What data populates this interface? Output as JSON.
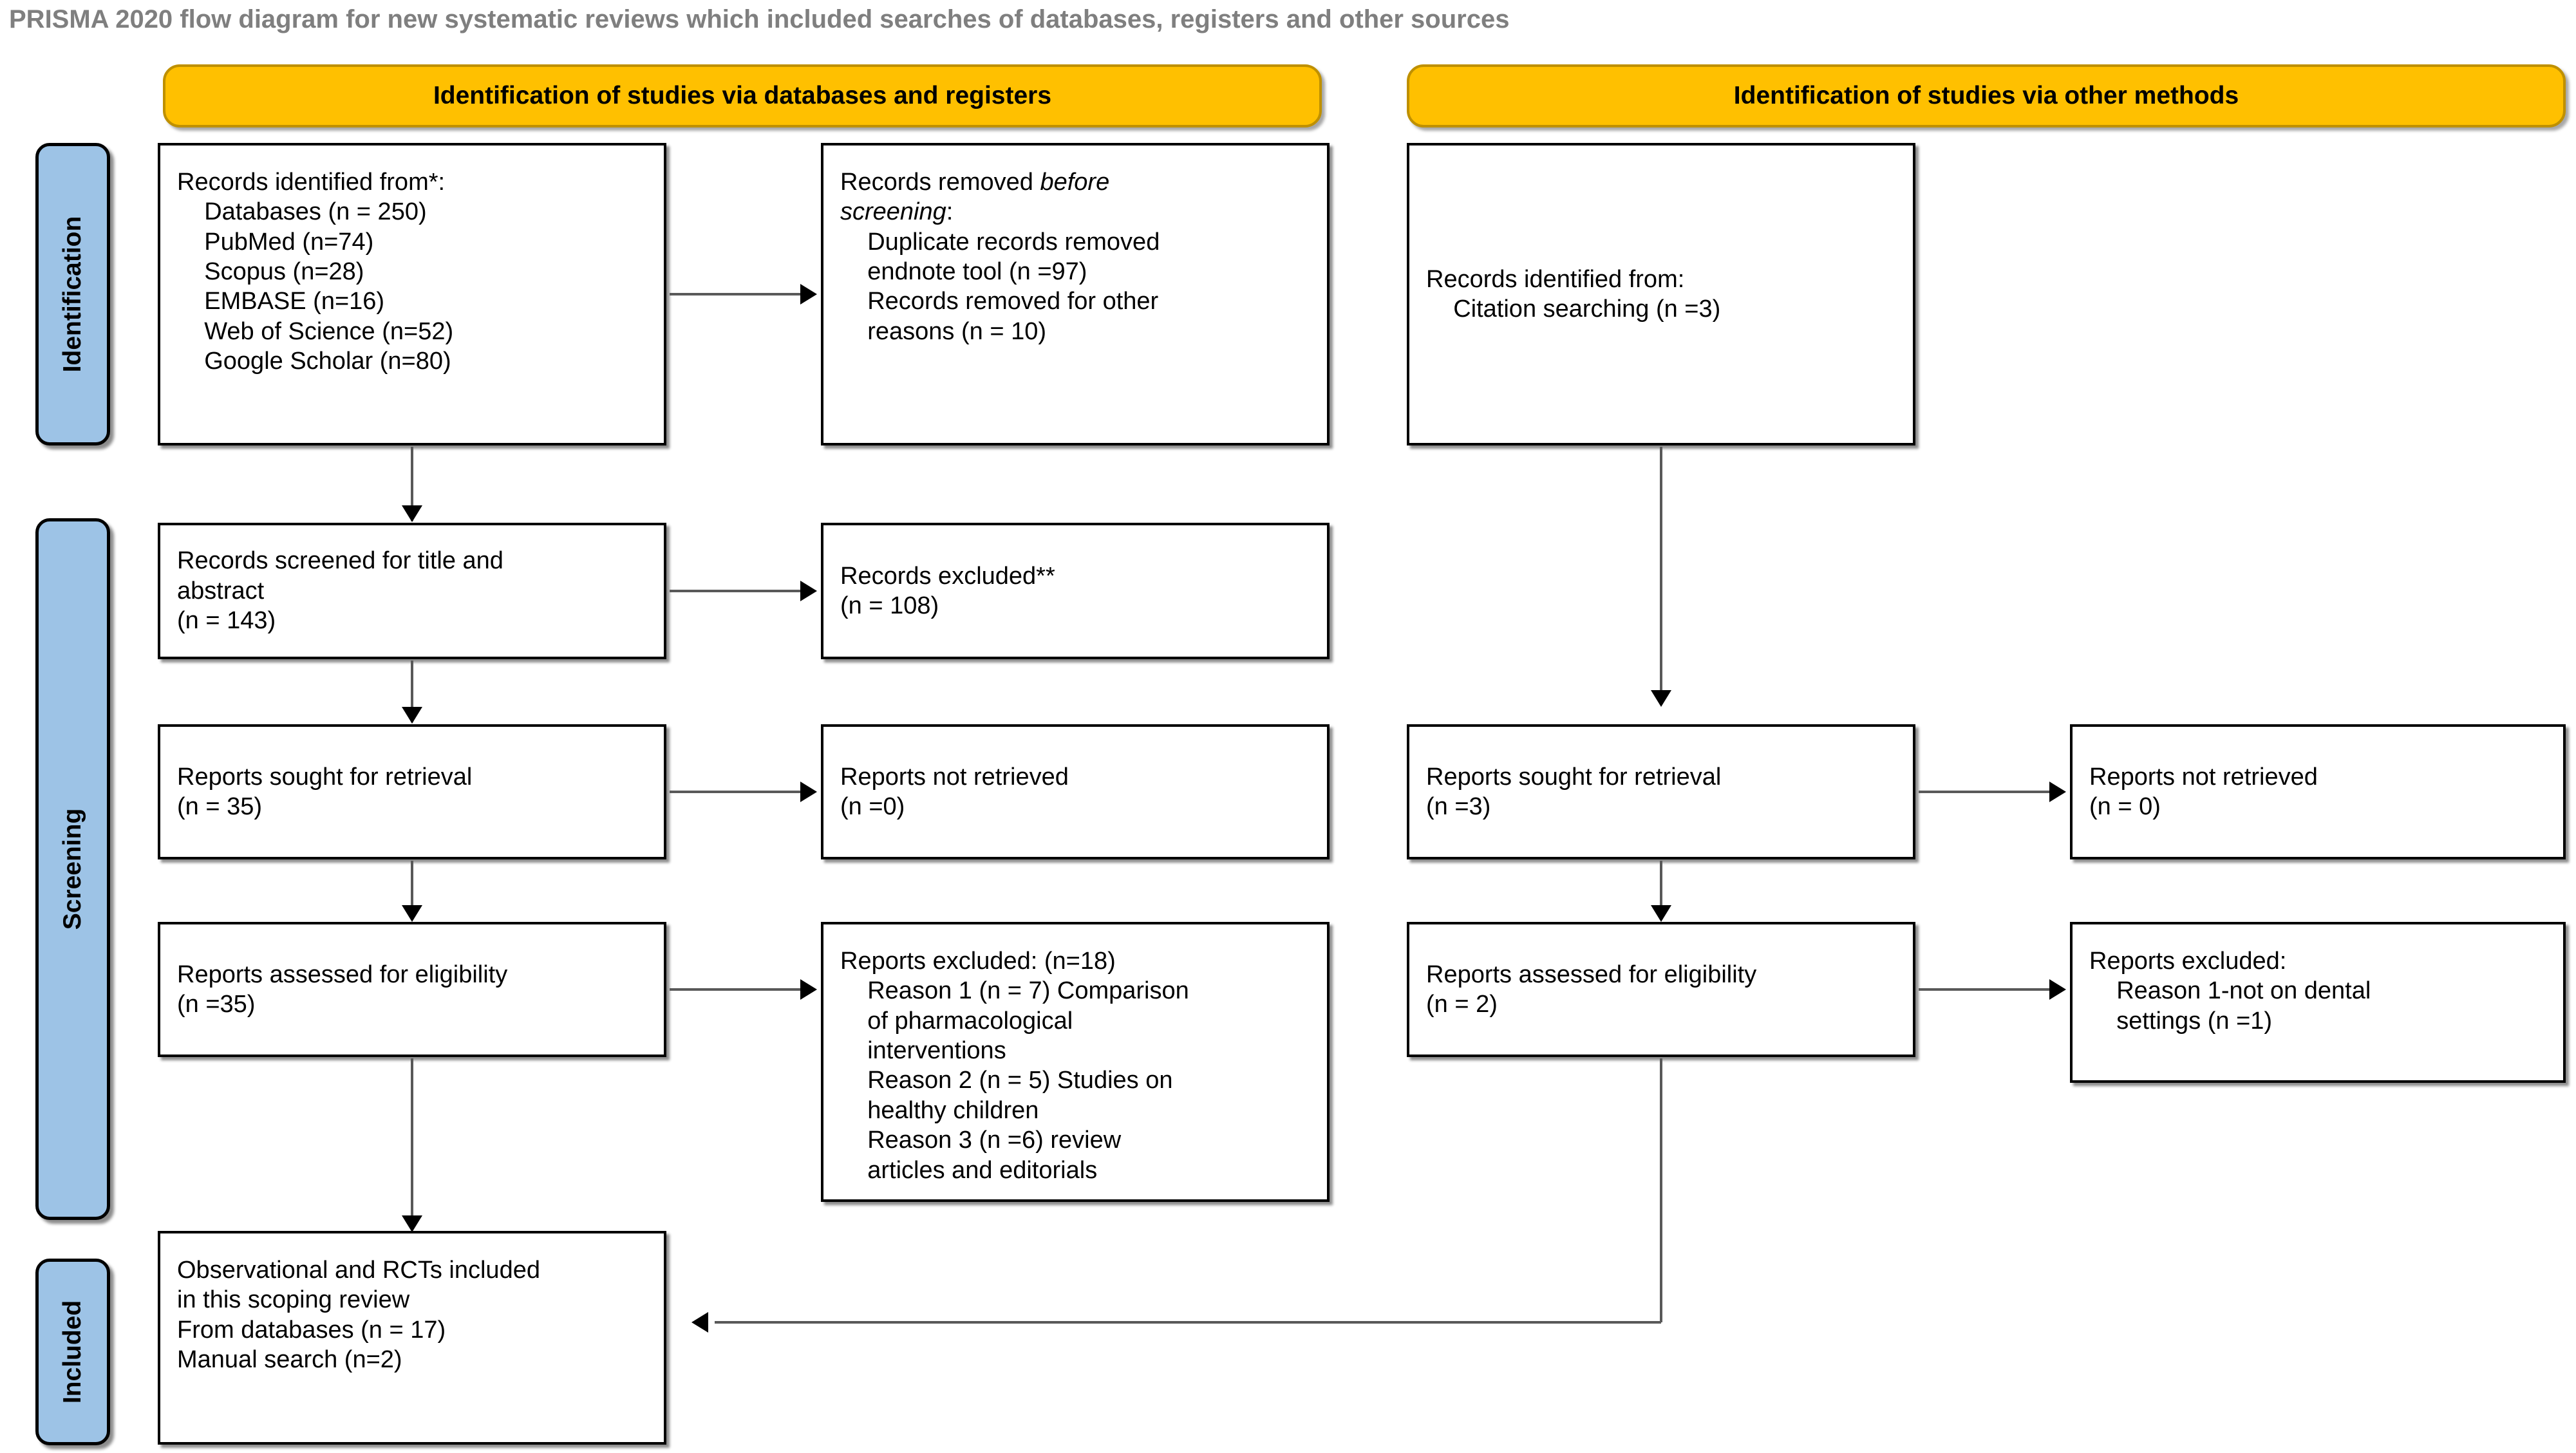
{
  "title": "PRISMA 2020 flow diagram for new systematic reviews which included searches of databases, registers and other sources",
  "colors": {
    "banner_fill": "#FFC000",
    "banner_border": "#BF9000",
    "phase_fill": "#9DC3E6",
    "box_border": "#000000",
    "title_text": "#7F7F7F",
    "connector": "#595959"
  },
  "banners": {
    "left": "Identification of studies via databases and registers",
    "right": "Identification of studies via other methods"
  },
  "phases": {
    "identification": "Identification",
    "screening": "Screening",
    "included": "Included"
  },
  "boxes": {
    "records_identified": "Records identified from*:\n    Databases (n = 250)\n    PubMed (n=74)\n    Scopus (n=28)\n    EMBASE (n=16)\n    Web of Science (n=52)\n    Google Scholar (n=80)",
    "records_removed_head": "Records removed ",
    "records_removed_ital1": "before",
    "records_removed_ital2": "screening",
    "records_removed_body": ":\n    Duplicate records removed\n    endnote tool (n =97)\n    Records removed for other\n    reasons (n = 10)",
    "records_screened": "Records screened for title and\nabstract\n(n = 143)",
    "records_excluded": "Records excluded**\n(n = 108)",
    "reports_sought_left": "Reports sought for retrieval\n(n = 35)",
    "reports_not_retrieved_left": "Reports not retrieved\n(n =0)",
    "reports_assessed_left": "Reports assessed for eligibility\n(n =35)",
    "reports_excluded_left": "Reports excluded: (n=18)\n    Reason 1 (n = 7) Comparison\n    of pharmacological\n    interventions\n    Reason 2 (n = 5) Studies on\n    healthy children\n    Reason 3 (n =6) review\n    articles and editorials",
    "records_identified_other": "Records identified from:\n    Citation searching (n =3)",
    "reports_sought_right": "Reports sought for retrieval\n(n =3)",
    "reports_not_retrieved_right": "Reports not retrieved\n(n = 0)",
    "reports_assessed_right": "Reports assessed for eligibility\n(n = 2)",
    "reports_excluded_right": "Reports excluded:\n    Reason 1-not on dental\n    settings (n =1)",
    "included_final": "Observational and RCTs included\nin this scoping review\nFrom databases (n = 17)\nManual search (n=2)"
  }
}
